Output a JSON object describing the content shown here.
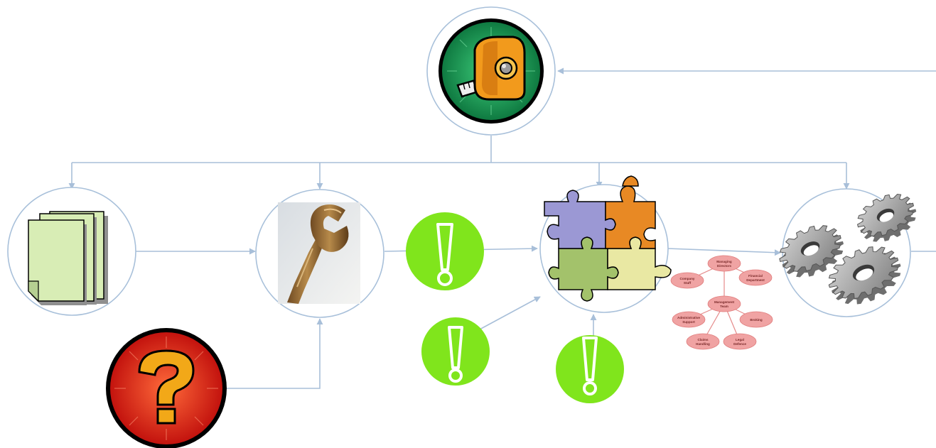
{
  "colors": {
    "connector": "#a8bfd9",
    "node_ring": "#a8c0da",
    "alert_green": "#80e51c",
    "question_red": "#e5261b",
    "question_mark": "#f2a818",
    "measure_green": "#1a9a55",
    "org_node": "#f0a3a3",
    "org_line": "#e58a8a"
  },
  "nodes": [
    {
      "id": "measure",
      "icon": "tape-measure-icon"
    },
    {
      "id": "documents",
      "icon": "stacked-documents-icon"
    },
    {
      "id": "tools",
      "icon": "wrench-icon"
    },
    {
      "id": "integration",
      "icon": "puzzle-pieces-icon"
    },
    {
      "id": "operations",
      "icon": "gears-icon"
    },
    {
      "id": "question",
      "icon": "question-mark-icon"
    },
    {
      "id": "alert_1",
      "icon": "exclamation-icon"
    },
    {
      "id": "alert_2",
      "icon": "exclamation-icon"
    },
    {
      "id": "alert_3",
      "icon": "exclamation-icon"
    }
  ],
  "org_chart": {
    "nodes": [
      {
        "line1": "Managing",
        "line2": "Directors"
      },
      {
        "line1": "Company",
        "line2": "Staff"
      },
      {
        "line1": "Financial",
        "line2": "Department"
      },
      {
        "line1": "Management",
        "line2": "Team"
      },
      {
        "line1": "Administrative",
        "line2": "Support"
      },
      {
        "line1": "Broking",
        "line2": ""
      },
      {
        "line1": "Claims",
        "line2": "Handling"
      },
      {
        "line1": "Legal",
        "line2": "Defence"
      }
    ]
  }
}
